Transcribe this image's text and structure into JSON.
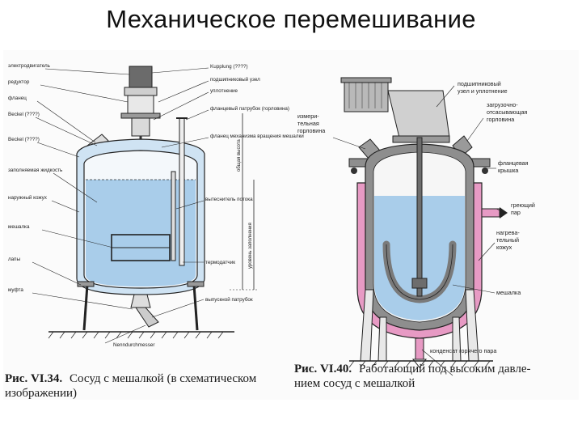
{
  "title": "Механическое перемешивание",
  "figure1": {
    "caption_number": "Рис. VI.34.",
    "caption_line1": "Сосуд с мешалкой (в схематическом",
    "caption_line2": "изображении)",
    "labels": {
      "motor": "электродвигатель",
      "reducer": "редуктор",
      "flange": "фланец",
      "lid": "Beckel (????)",
      "fill_liquid": "заполняемая жидкость",
      "jacket": "наружный кожух",
      "agitator": "мешалка",
      "legs": "лапы",
      "coupling": "муфта",
      "kupplung": "Kupplung (????)",
      "bearing": "подшипниковый узел",
      "seal": "уплотнение",
      "nozzle": "фланцевый патрубок (горловина)",
      "drive_flange": "фланец механизма вращения мешалки",
      "heat_carrier": "вытеснитель потока",
      "thermosensor": "термодатчик",
      "outlet": "выпускной патрубок",
      "meter": "Nenndurchmesser",
      "height_total": "общая высота",
      "height_fill": "уровень заполнения"
    }
  },
  "figure2": {
    "caption_number": "Рис. VI.40.",
    "caption_line1": "Работающий под высоким давле-",
    "caption_line2": "нием сосуд с мешалкой",
    "labels": {
      "bearing": "подшипниковый",
      "bearing2": "узел и уплотнение",
      "measuring": "измери-",
      "measuring2": "тельная",
      "measuring3": "горловина",
      "loading": "загрузочно-",
      "loading2": "отсасывающая",
      "loading3": "горловина",
      "flange_lid": "фланцевая",
      "flange_lid2": "крышка",
      "hot_steam": "греющий",
      "hot_steam2": "пар",
      "heat_jacket": "нагрева-",
      "heat_jacket2": "тельный",
      "heat_jacket3": "кожух",
      "agitator": "мешалка",
      "condensate": "конденсат горячего пара"
    }
  },
  "colors": {
    "liquid": "#a9cdea",
    "jacket_pink": "#e79ac4",
    "wall_gray": "#8e8e8e",
    "cap_gray": "#b9b9b9"
  }
}
